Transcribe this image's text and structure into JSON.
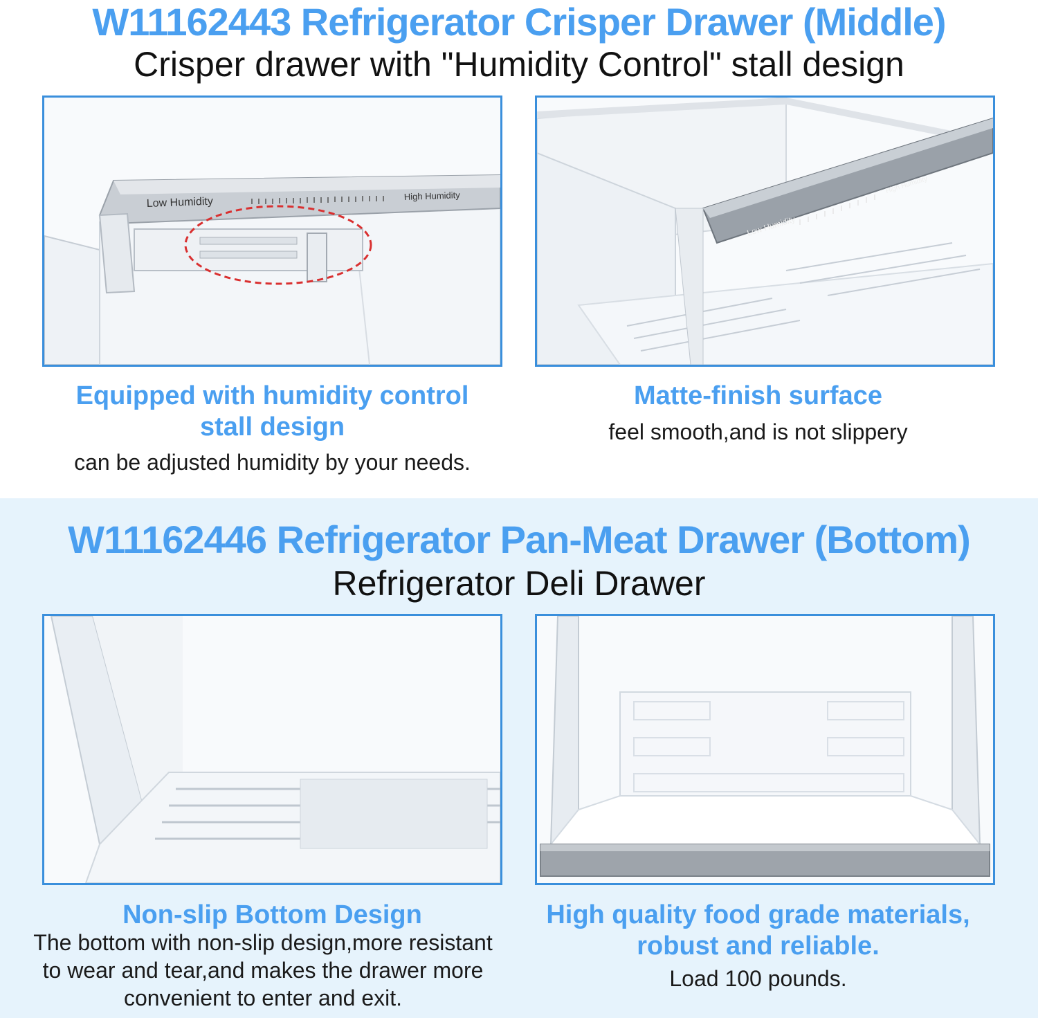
{
  "top_section": {
    "title": "W11162443 Refrigerator Crisper Drawer (Middle)",
    "subtitle": "Crisper drawer with \"Humidity Control\" stall design",
    "panel_left": {
      "slider_low_label": "Low Humidity",
      "slider_high_label": "High Humidity",
      "caption_title_line1": "Equipped with humidity control",
      "caption_title_line2": "stall design",
      "caption_text": "can be adjusted humidity by your needs."
    },
    "panel_right": {
      "slider_low_label": "Low Humidity",
      "slider_high_label": "High Humidity",
      "caption_title": "Matte-finish surface",
      "caption_text": "feel smooth,and is not slippery"
    }
  },
  "bottom_section": {
    "title": "W11162446 Refrigerator Pan-Meat Drawer (Bottom)",
    "subtitle": "Refrigerator Deli Drawer",
    "panel_left": {
      "caption_title": "Non-slip Bottom Design",
      "caption_text_line1": "The bottom with non-slip design,more resistant",
      "caption_text_line2": "to wear and tear,and makes the drawer more",
      "caption_text_line3": "convenient to enter and exit."
    },
    "panel_right": {
      "caption_title_line1": "High quality food grade materials,",
      "caption_title_line2": "robust and reliable.",
      "caption_text": "Load 100 pounds."
    }
  },
  "colors": {
    "accent_blue": "#4a9ff0",
    "border_blue": "#3a8fdc",
    "band_light_blue": "#e6f3fc",
    "callout_red": "#d93030"
  },
  "icons": [
    "humidity-slider-icon",
    "crisper-drawer-image",
    "deli-drawer-image"
  ]
}
